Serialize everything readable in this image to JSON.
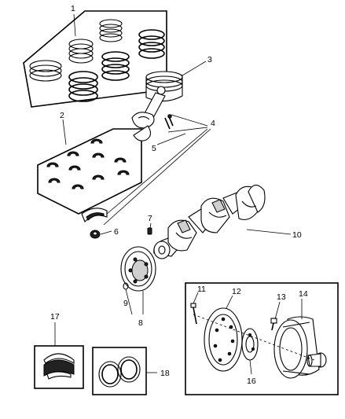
{
  "callouts": {
    "c1": "1",
    "c2": "2",
    "c3": "3",
    "c4": "4",
    "c5": "5",
    "c6": "6",
    "c7": "7",
    "c8": "8",
    "c9": "9",
    "c10": "10",
    "c11": "11",
    "c12": "12",
    "c13": "13",
    "c14": "14",
    "c16": "16",
    "c17": "17",
    "c18": "18"
  }
}
